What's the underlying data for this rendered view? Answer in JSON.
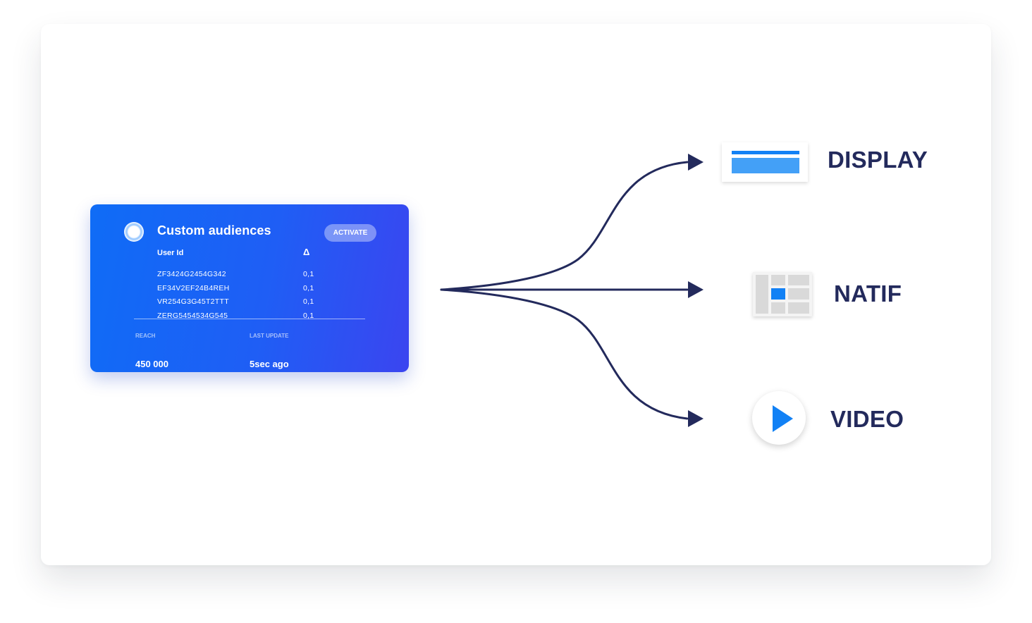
{
  "card": {
    "title": "Custom audiences",
    "activate_label": "ACTIVATE",
    "columns": {
      "user_id": "User Id",
      "delta": "Δ"
    },
    "rows": [
      {
        "id": "ZF3424G2454G342",
        "value": "0,1"
      },
      {
        "id": "EF34V2EF24B4REH",
        "value": "0,1"
      },
      {
        "id": "VR254G3G45T2TTT",
        "value": "0,1"
      },
      {
        "id": "ZERG5454534G545",
        "value": "0,1"
      }
    ],
    "reach_label": "REACH",
    "reach_value": "450 000",
    "last_update_label": "LAST UPDATE",
    "last_update_value": "5sec ago"
  },
  "targets": {
    "display": {
      "label": "DISPLAY",
      "icon": "display-banner-icon"
    },
    "natif": {
      "label": "NATIF",
      "icon": "native-layout-icon"
    },
    "video": {
      "label": "VIDEO",
      "icon": "play-icon"
    }
  },
  "colors": {
    "card_gradient_start": "#0f6cf6",
    "card_gradient_end": "#3b45f0",
    "arrow": "#232a5c",
    "label": "#232a5c",
    "accent": "#1281f5"
  }
}
